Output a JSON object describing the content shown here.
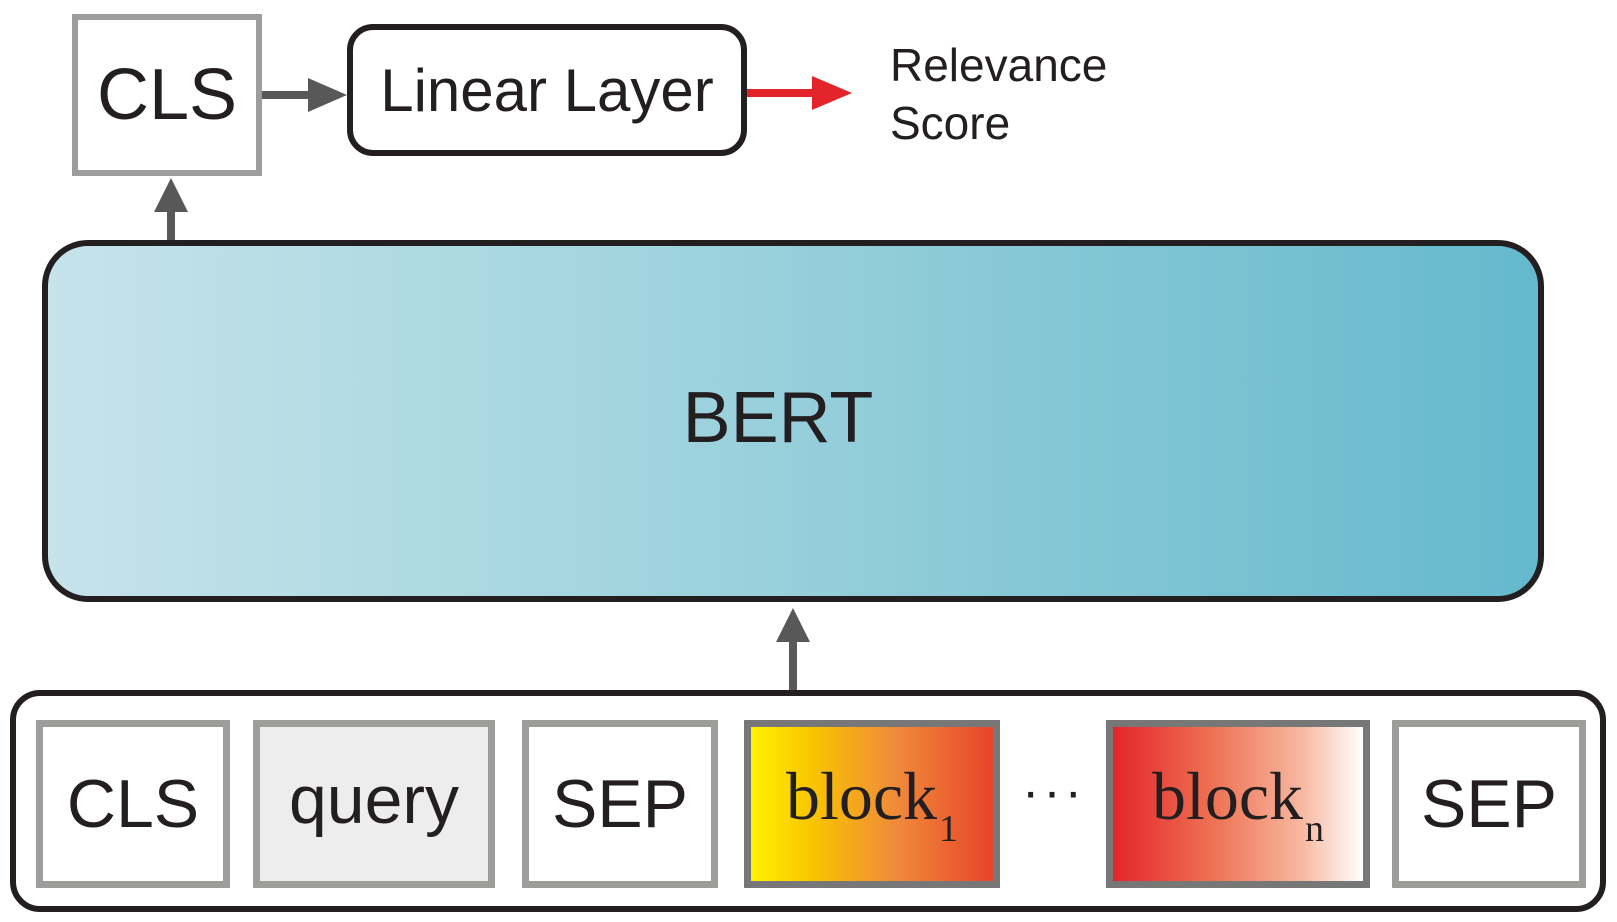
{
  "top": {
    "cls_label": "CLS",
    "linear_label": "Linear Layer",
    "output_label_line1": "Relevance",
    "output_label_line2": "Score"
  },
  "model": {
    "label": "BERT"
  },
  "input_sequence": {
    "tokens": [
      {
        "label": "CLS"
      },
      {
        "label": "query"
      },
      {
        "label": "SEP"
      },
      {
        "label": "block",
        "subscript": "1"
      },
      {
        "label": "block",
        "subscript": "n"
      },
      {
        "label": "SEP"
      }
    ],
    "ellipsis": "···"
  },
  "colors": {
    "stroke_dark": "#231f20",
    "stroke_gray": "#9d9d9c",
    "arrow_gray": "#585858",
    "arrow_red": "#e3252b",
    "bert_gradient": [
      "#c6e3ea",
      "#65b9cd"
    ],
    "block1_gradient": [
      "#fff200",
      "#e7442a"
    ],
    "blockn_gradient": [
      "#e3252b",
      "#ffffff"
    ]
  }
}
